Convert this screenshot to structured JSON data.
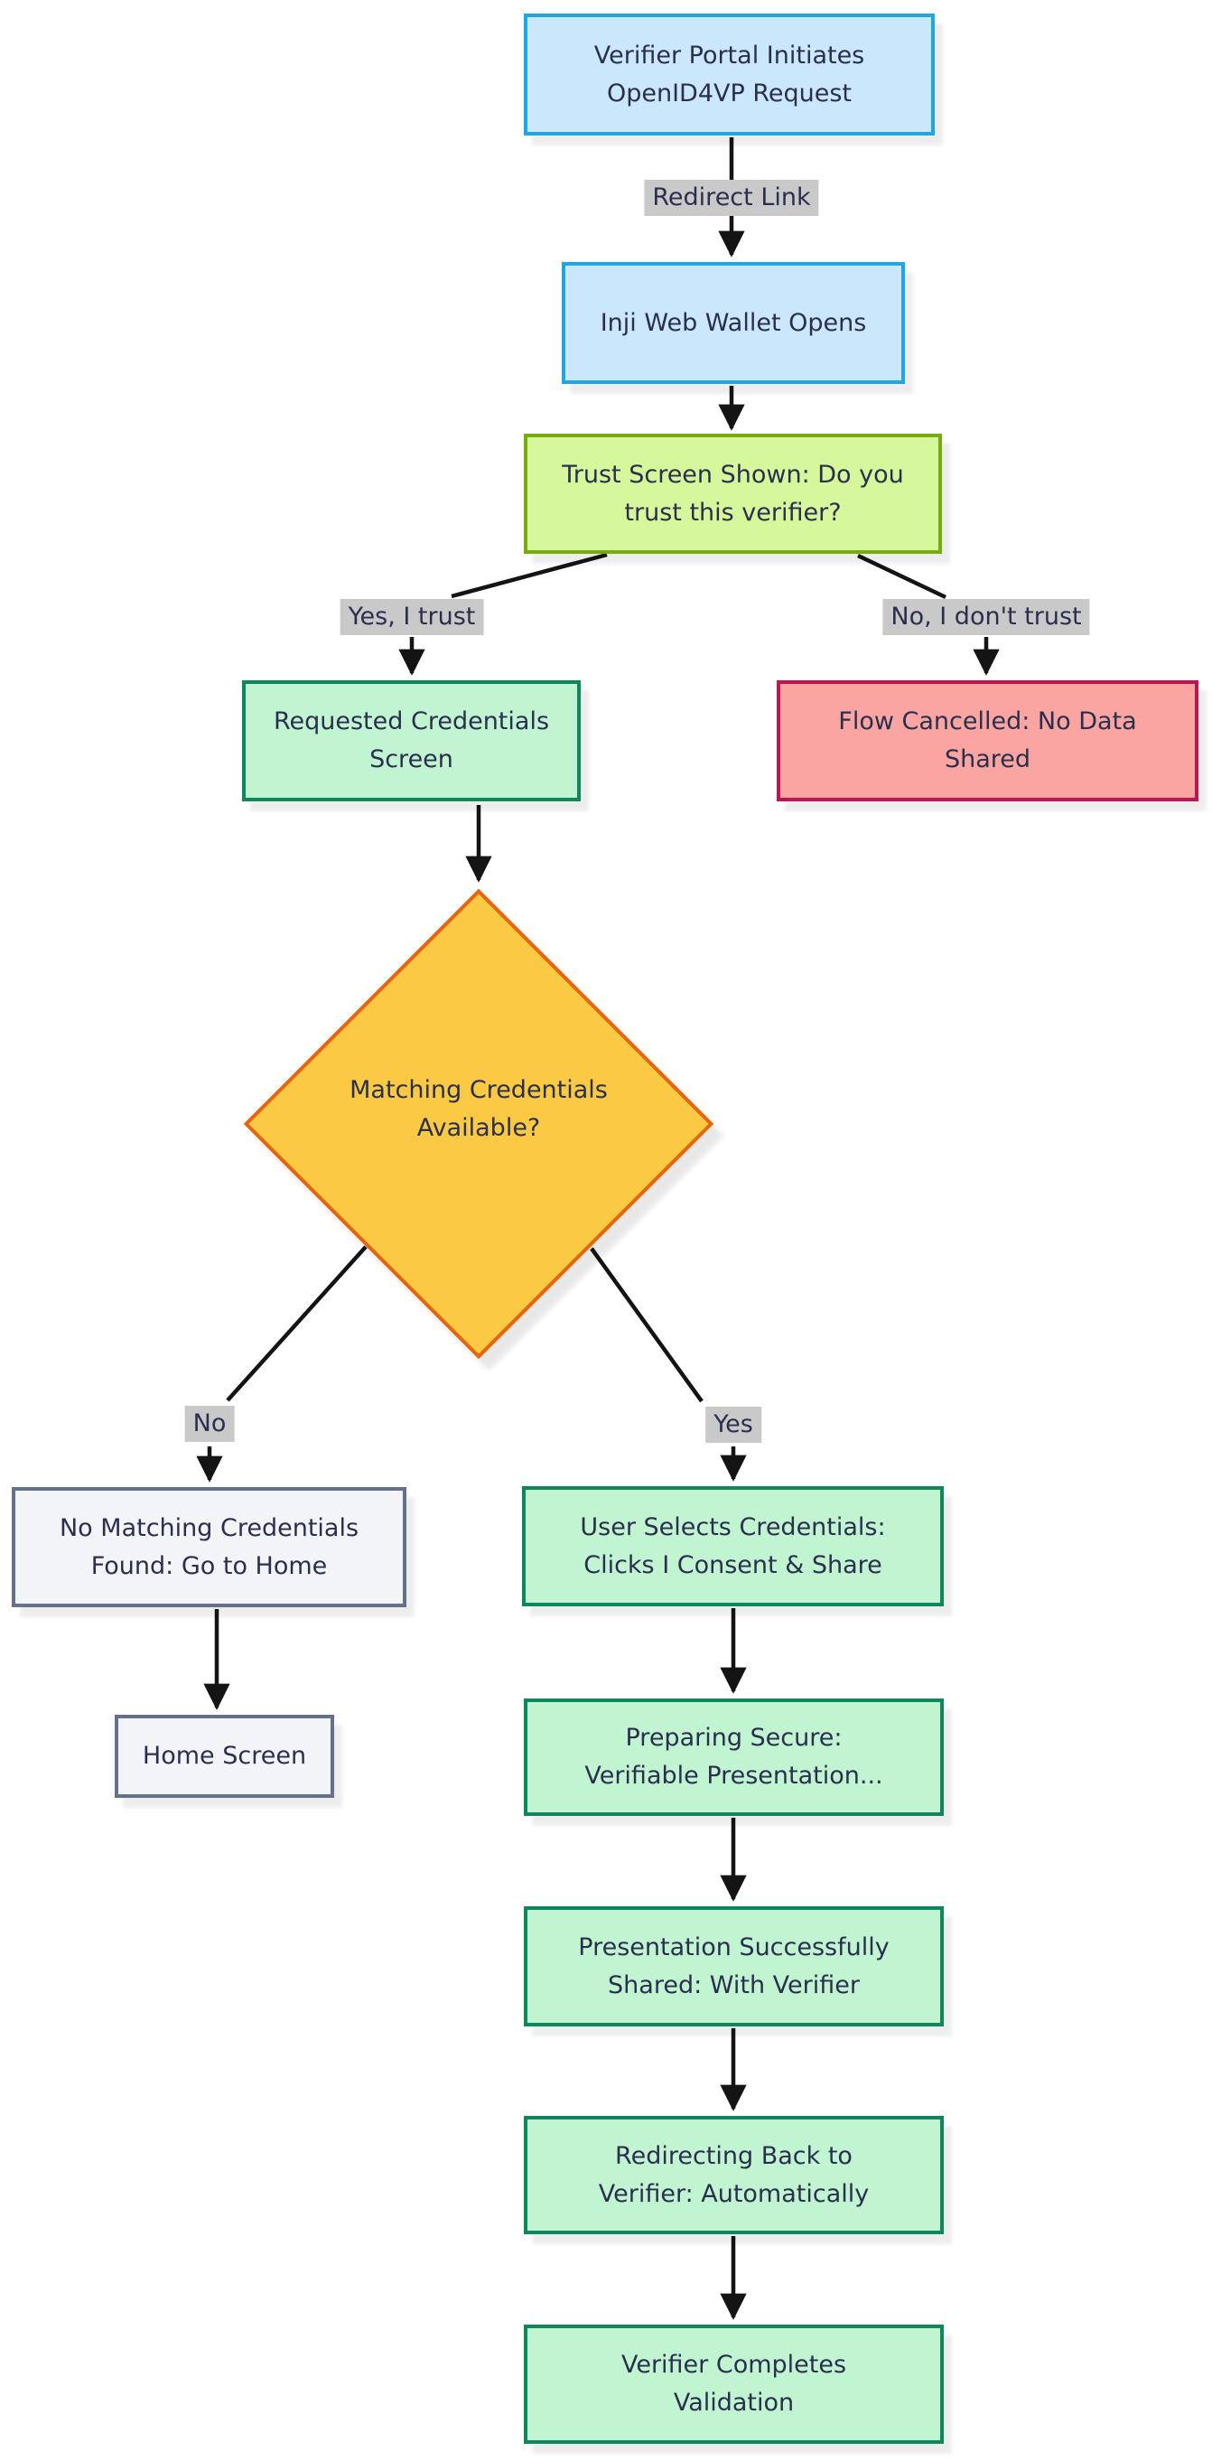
{
  "flowchart": {
    "nodes": {
      "verifier_portal": {
        "label": "Verifier Portal Initiates\nOpenID4VP Request",
        "shape": "process",
        "fill": "#cbe7fb",
        "border": "#1ea7e3"
      },
      "wallet_opens": {
        "label": "Inji Web Wallet Opens",
        "shape": "process",
        "fill": "#cbe7fb",
        "border": "#1ea7e3"
      },
      "trust_screen": {
        "label": "Trust Screen Shown: Do you\ntrust this verifier?",
        "shape": "process",
        "fill": "#d6f79b",
        "border": "#76ac0c"
      },
      "requested_credentials": {
        "label": "Requested Credentials\nScreen",
        "shape": "process",
        "fill": "#c1f5d2",
        "border": "#0e875c"
      },
      "flow_cancelled": {
        "label": "Flow Cancelled: No Data\nShared",
        "shape": "process",
        "fill": "#fba5a2",
        "border": "#c01350"
      },
      "matching_credentials": {
        "label": "Matching Credentials\nAvailable?",
        "shape": "decision",
        "fill": "#fbc943",
        "border": "#e8650d"
      },
      "no_matching": {
        "label": "No Matching Credentials\nFound: Go to Home",
        "shape": "process",
        "fill": "#f2f4f8",
        "border": "#63718a"
      },
      "home_screen": {
        "label": "Home Screen",
        "shape": "process",
        "fill": "#f2f4f8",
        "border": "#63718a"
      },
      "user_selects": {
        "label": "User Selects Credentials:\nClicks I Consent & Share",
        "shape": "process",
        "fill": "#c1f5d2",
        "border": "#0e875c"
      },
      "preparing": {
        "label": "Preparing Secure:\nVerifiable Presentation...",
        "shape": "process",
        "fill": "#c1f5d2",
        "border": "#0e875c"
      },
      "presentation_shared": {
        "label": "Presentation Successfully\nShared: With Verifier",
        "shape": "process",
        "fill": "#c1f5d2",
        "border": "#0e875c"
      },
      "redirecting_back": {
        "label": "Redirecting Back to\nVerifier: Automatically",
        "shape": "process",
        "fill": "#c1f5d2",
        "border": "#0e875c"
      },
      "verifier_validation": {
        "label": "Verifier Completes\nValidation",
        "shape": "process",
        "fill": "#c1f5d2",
        "border": "#0e875c"
      }
    },
    "edge_labels": {
      "redirect_link": "Redirect Link",
      "yes_trust": "Yes, I trust",
      "no_trust": "No, I don't trust",
      "no": "No",
      "yes": "Yes"
    },
    "edges": [
      {
        "from": "verifier_portal",
        "to": "wallet_opens",
        "label": "Redirect Link"
      },
      {
        "from": "wallet_opens",
        "to": "trust_screen",
        "label": ""
      },
      {
        "from": "trust_screen",
        "to": "requested_credentials",
        "label": "Yes, I trust"
      },
      {
        "from": "trust_screen",
        "to": "flow_cancelled",
        "label": "No, I don't trust"
      },
      {
        "from": "requested_credentials",
        "to": "matching_credentials",
        "label": ""
      },
      {
        "from": "matching_credentials",
        "to": "no_matching",
        "label": "No"
      },
      {
        "from": "matching_credentials",
        "to": "user_selects",
        "label": "Yes"
      },
      {
        "from": "no_matching",
        "to": "home_screen",
        "label": ""
      },
      {
        "from": "user_selects",
        "to": "preparing",
        "label": ""
      },
      {
        "from": "preparing",
        "to": "presentation_shared",
        "label": ""
      },
      {
        "from": "presentation_shared",
        "to": "redirecting_back",
        "label": ""
      },
      {
        "from": "redirecting_back",
        "to": "verifier_validation",
        "label": ""
      }
    ],
    "colors": {
      "edge_stroke": "#141414",
      "edge_label_bg": "#c9c9c9",
      "text": "#2b2f4e",
      "background": "#ffffff"
    }
  }
}
